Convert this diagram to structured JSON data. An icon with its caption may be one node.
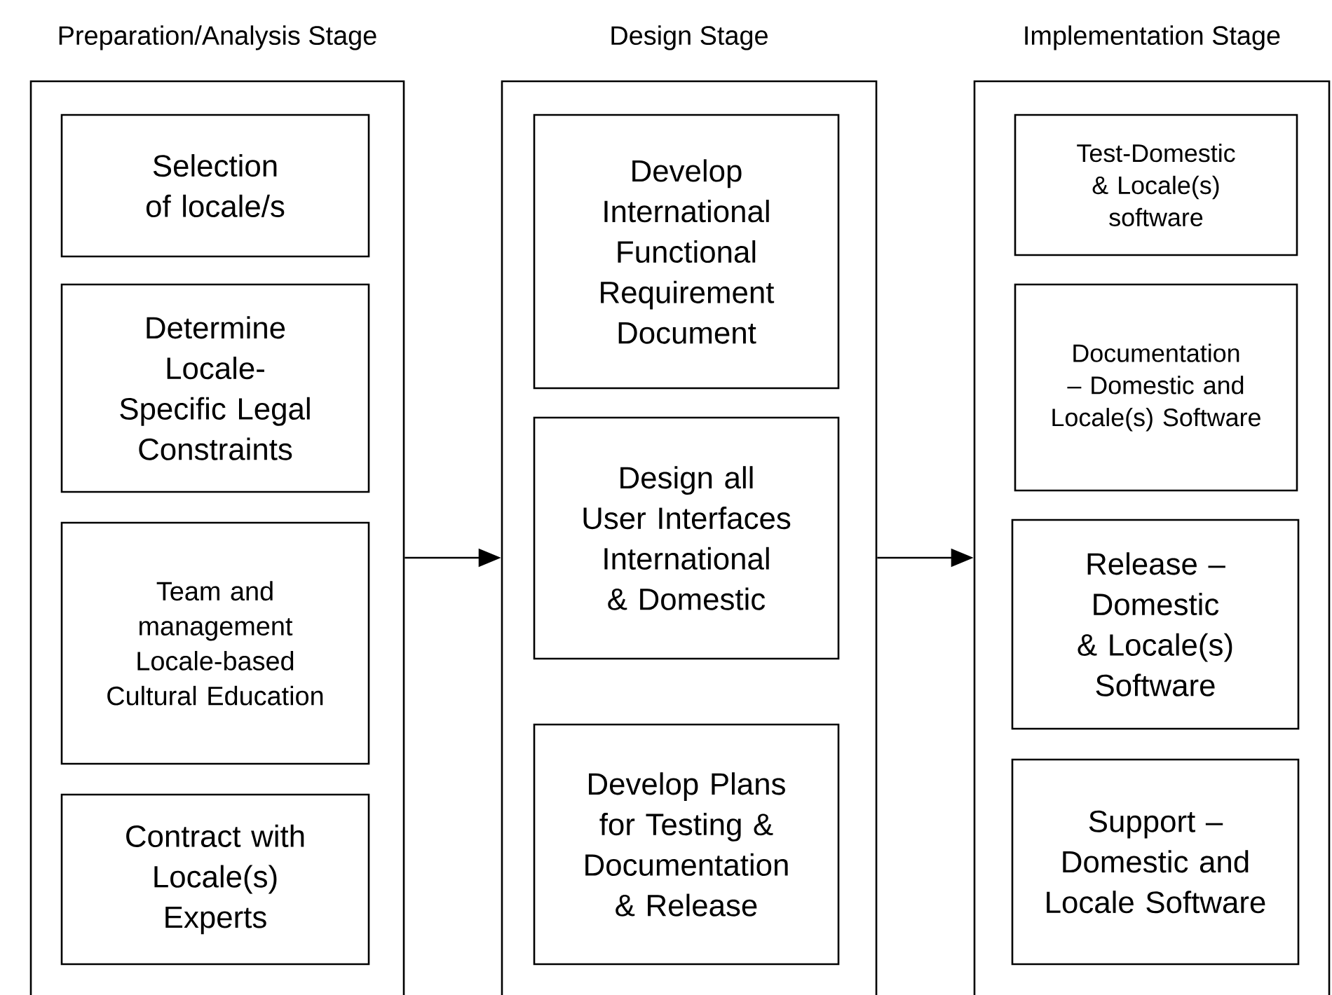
{
  "diagram": {
    "nodes": [
      {
        "text": [
          "Preparation/Analysis Stage"
        ]
      },
      {
        "text": [
          "Selection of locale/s"
        ],
        "in": 0
      },
      {
        "text": [
          "Determine Locale-Specific Legal Constraints"
        ],
        "in": 0
      },
      {
        "text": [
          "Team and management Locale-based Cultural Education"
        ],
        "in": 0
      },
      {
        "text": [
          "Contract with Locale(s) Experts"
        ],
        "in": 0
      },
      {
        "text": [
          "Design Stage"
        ]
      },
      {
        "text": [
          "Develop International Functional Requirement Document"
        ],
        "in": 5
      },
      {
        "text": [
          "Design all User Interfaces International & Domestic"
        ],
        "in": 5
      },
      {
        "text": [
          "Develop Plans for Testing & Documentation & Release"
        ],
        "in": 5
      },
      {
        "text": [
          "Implementation Stage"
        ]
      },
      {
        "text": [
          "Test-Domestic & Locale(s) software"
        ],
        "in": 9
      },
      {
        "text": [
          "Documentation – Domestic and Locale(s) Software"
        ],
        "in": 9
      },
      {
        "text": [
          "Release – Domestic & Locale(s) Software"
        ],
        "in": 9
      },
      {
        "text": [
          "Support – Domestic and Locale Software"
        ],
        "in": 9
      }
    ],
    "edges": [
      {
        "from": 0,
        "to": 5,
        "arrow": "to"
      },
      {
        "from": 5,
        "to": 9,
        "arrow": "to"
      }
    ]
  }
}
